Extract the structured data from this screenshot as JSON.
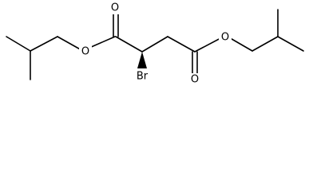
{
  "structure": {
    "colors": {
      "background": "#ffffff",
      "ink": "#000000"
    },
    "atoms": {
      "ether_oxygen_left": "O",
      "carbonyl_oxygen_left": "O",
      "carbonyl_oxygen_right": "O",
      "ether_oxygen_right": "O",
      "bromine": "Br"
    }
  }
}
